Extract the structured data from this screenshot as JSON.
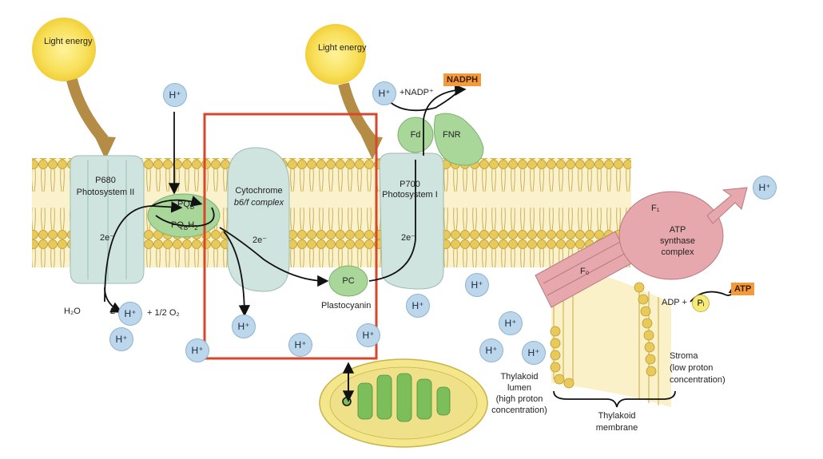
{
  "labels": {
    "light_energy_1": "Light energy",
    "light_energy_2": "Light energy",
    "p680": "P680",
    "photosystem_ii": "Photosystem II",
    "pqb": "PQ",
    "pqb_sub": "B",
    "pqbh2": "PQ",
    "pqbh2_sub": "B",
    "pqbh2_h": "H",
    "pqbh2_sub2": "2",
    "cytochrome_1": "Cytochrome",
    "cytochrome_2": "b6/f complex",
    "two_e_1": "2e⁻",
    "two_e_2": "2e⁻",
    "two_e_3": "2e⁻",
    "pc": "PC",
    "plastocyanin": "Plastocyanin",
    "p700": "P700",
    "photosystem_i": "Photosystem I",
    "fd": "Fd",
    "fnr": "FNR",
    "nadp_plus": "+NADP⁺",
    "nadph": "NADPH",
    "f1": "F₁",
    "f0": "F₀",
    "atp_synthase_1": "ATP",
    "atp_synthase_2": "synthase",
    "atp_synthase_3": "complex",
    "adp_plus": "ADP +",
    "pi": "Pᵢ",
    "atp": "ATP",
    "h2o": "H₂O",
    "two": "2",
    "half_o2": "+ 1/2 O₂",
    "stroma_1": "Stroma",
    "stroma_2": "(low proton",
    "stroma_3": "concentration)",
    "lumen_1": "Thylakoid",
    "lumen_2": "lumen",
    "lumen_3": "(high proton",
    "lumen_4": "concentration)",
    "membrane_1": "Thylakoid",
    "membrane_2": "membrane"
  },
  "h_ion_label": "H⁺",
  "colors": {
    "membrane_head": "#e8c95a",
    "membrane_tail": "#f2dd86",
    "photosystem": "#cfe3df",
    "carrier_green": "#a9d79a",
    "atp_synthase": "#e6a8ad",
    "highlight_box": "#d9472b",
    "tag_orange": "#f29a3c",
    "h_ion": "#bcd6ec"
  }
}
